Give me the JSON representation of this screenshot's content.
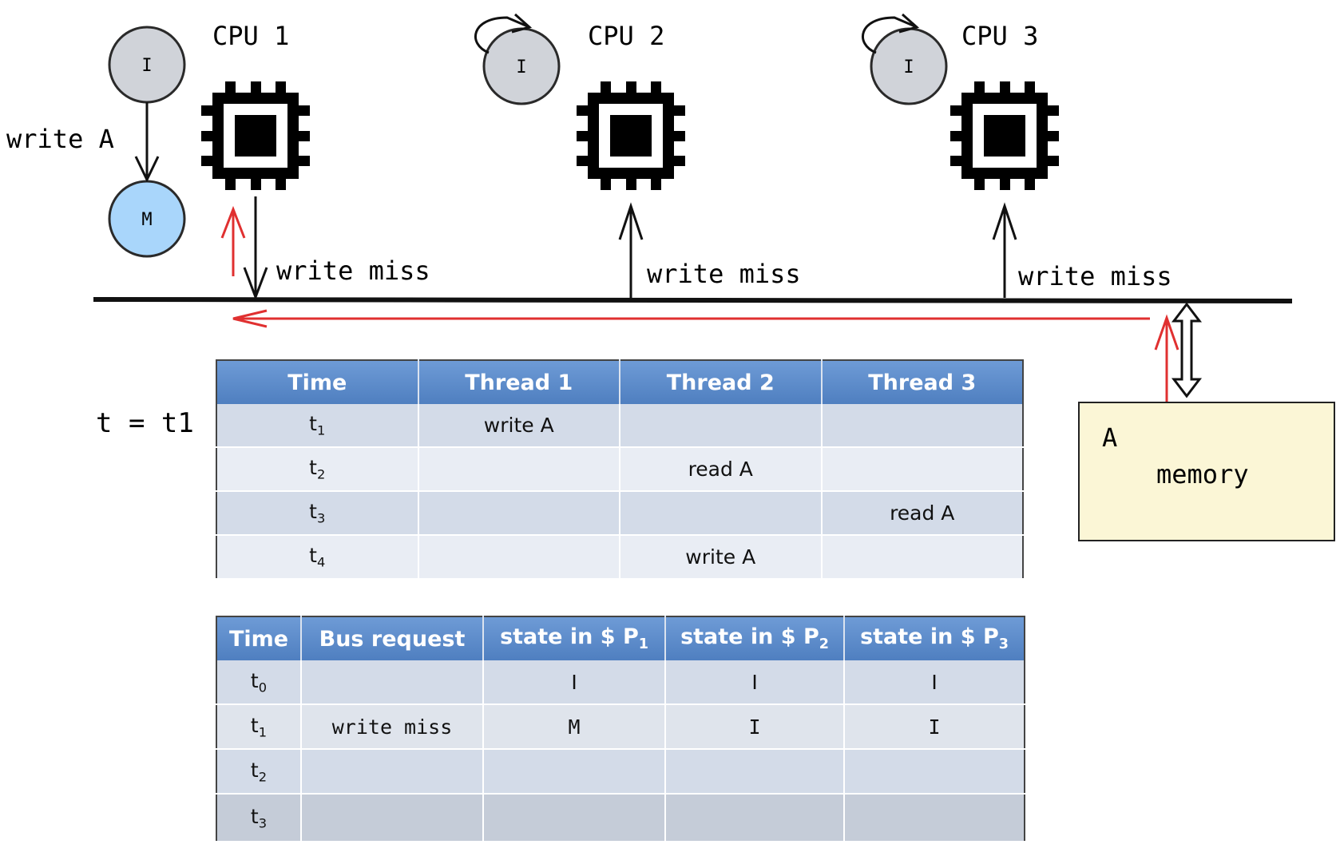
{
  "cpus": [
    {
      "label": "CPU 1",
      "states": [
        "I",
        "M"
      ],
      "transition": "write A"
    },
    {
      "label": "CPU 2",
      "states": [
        "I"
      ]
    },
    {
      "label": "CPU 3",
      "states": [
        "I"
      ]
    }
  ],
  "bus": {
    "messages": [
      "write miss",
      "write miss",
      "write miss"
    ]
  },
  "time_label": "t = t1",
  "memory": {
    "variable": "A",
    "label": "memory"
  },
  "threads_table": {
    "headers": [
      "Time",
      "Thread 1",
      "Thread 2",
      "Thread 3"
    ],
    "rows": [
      {
        "time": "t",
        "sub": "1",
        "t1": "write A",
        "t2": "",
        "t3": ""
      },
      {
        "time": "t",
        "sub": "2",
        "t1": "",
        "t2": "read A",
        "t3": ""
      },
      {
        "time": "t",
        "sub": "3",
        "t1": "",
        "t2": "",
        "t3": "read A"
      },
      {
        "time": "t",
        "sub": "4",
        "t1": "",
        "t2": "write A",
        "t3": ""
      }
    ]
  },
  "states_table": {
    "headers": [
      "Time",
      "Bus request",
      "state in $ P",
      "state in $ P",
      "state in $ P"
    ],
    "header_subs": [
      "",
      "",
      "1",
      "2",
      "3"
    ],
    "rows": [
      {
        "time": "t",
        "sub": "0",
        "bus": "",
        "p1": "I",
        "p2": "I",
        "p3": "I"
      },
      {
        "time": "t",
        "sub": "1",
        "bus": "write miss",
        "p1": "M",
        "p2": "I",
        "p3": "I"
      },
      {
        "time": "t",
        "sub": "2",
        "bus": "",
        "p1": "",
        "p2": "",
        "p3": ""
      },
      {
        "time": "t",
        "sub": "3",
        "bus": "",
        "p1": "",
        "p2": "",
        "p3": ""
      }
    ]
  },
  "colors": {
    "state_invalid": "#d0d3d9",
    "state_modified": "#a9d6fb",
    "response_arrow": "#e03030",
    "table_header": "#4f7fc0",
    "memory_fill": "#fbf6d6"
  }
}
